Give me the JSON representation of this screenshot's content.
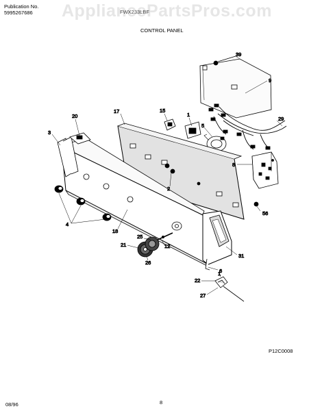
{
  "header": {
    "publication_label": "Publication No.",
    "publication_number": "5995267686",
    "watermark": "AppliancePartsPros.com",
    "model": "FWX233LBF",
    "title": "CONTROL PANEL"
  },
  "callouts": {
    "p39": "39",
    "p9": "9",
    "p20": "20",
    "p17": "17",
    "p15": "15",
    "p1a": "1",
    "p3": "3",
    "p5": "5",
    "p29": "29",
    "p8": "8",
    "p2": "2",
    "p4": "4",
    "p56": "56",
    "p18": "18",
    "p25": "25",
    "p12": "12",
    "p21": "21",
    "p26": "26",
    "p31": "31",
    "p6": "6",
    "p1b": "1",
    "p22": "22",
    "p27": "27"
  },
  "footer": {
    "diagram_code": "P12C0008",
    "date": "08/96",
    "page": "8"
  }
}
